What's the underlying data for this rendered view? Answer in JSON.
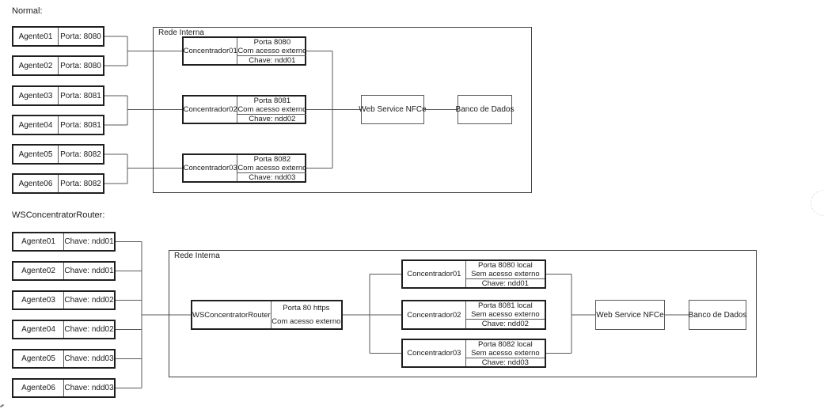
{
  "colors": {
    "wire": "#595959",
    "box_border": "#1f1f1f",
    "thin_border": "#595959",
    "text": "#1a1a1a"
  },
  "normal": {
    "label": "Normal:",
    "frame_label": "Rede Interna",
    "agents": [
      {
        "name": "Agente01",
        "port": "Porta: 8080"
      },
      {
        "name": "Agente02",
        "port": "Porta: 8080"
      },
      {
        "name": "Agente03",
        "port": "Porta: 8081"
      },
      {
        "name": "Agente04",
        "port": "Porta: 8081"
      },
      {
        "name": "Agente05",
        "port": "Porta: 8082"
      },
      {
        "name": "Agente06",
        "port": "Porta: 8082"
      }
    ],
    "concentrators": [
      {
        "name": "Concentrador01",
        "line1": "Porta 8080",
        "line2": "Com acesso externo",
        "chave": "Chave: ndd01"
      },
      {
        "name": "Concentrador02",
        "line1": "Porta 8081",
        "line2": "Com acesso externo",
        "chave": "Chave: ndd02"
      },
      {
        "name": "Concentrador03",
        "line1": "Porta 8082",
        "line2": "Com acesso externo",
        "chave": "Chave: ndd03"
      }
    ],
    "web_service": "Web Service NFCe",
    "database": "Banco de Dados"
  },
  "router": {
    "label": "WSConcentratorRouter:",
    "frame_label": "Rede Interna",
    "agents": [
      {
        "name": "Agente01",
        "chave": "Chave: ndd01"
      },
      {
        "name": "Agente02",
        "chave": "Chave: ndd01"
      },
      {
        "name": "Agente03",
        "chave": "Chave: ndd02"
      },
      {
        "name": "Agente04",
        "chave": "Chave: ndd02"
      },
      {
        "name": "Agente05",
        "chave": "Chave: ndd03"
      },
      {
        "name": "Agente06",
        "chave": "Chave: ndd03"
      }
    ],
    "router_box": {
      "name": "WSConcentratorRouter",
      "line1": "Porta 80 https",
      "line2": "Com acesso externo"
    },
    "concentrators": [
      {
        "name": "Concentrador01",
        "line1": "Porta 8080 local",
        "line2": "Sem acesso externo",
        "chave": "Chave: ndd01"
      },
      {
        "name": "Concentrador02",
        "line1": "Porta 8081 local",
        "line2": "Sem acesso externo",
        "chave": "Chave: ndd02"
      },
      {
        "name": "Concentrador03",
        "line1": "Porta 8082 local",
        "line2": "Sem acesso externo",
        "chave": "Chave: ndd03"
      }
    ],
    "web_service": "Web Service NFCe",
    "database": "Banco de Dados"
  }
}
